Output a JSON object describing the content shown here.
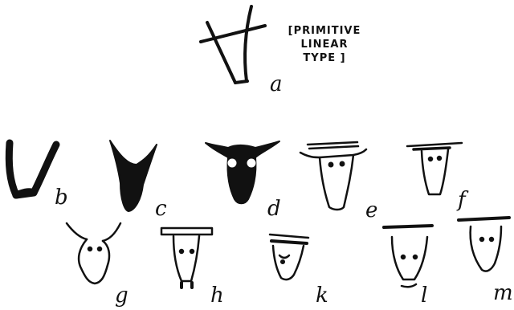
{
  "caption": {
    "line1": "[PRIMITIVE",
    "line2": "LINEAR",
    "line3": "TYPE ]"
  },
  "signs": [
    {
      "letter": "a",
      "icon": "primitive-linear-ox-head-icon"
    },
    {
      "letter": "b",
      "icon": "filled-outline-ox-head-icon"
    },
    {
      "letter": "c",
      "icon": "solid-black-ox-head-icon"
    },
    {
      "letter": "d",
      "icon": "solid-black-ox-head-with-eyes-icon"
    },
    {
      "letter": "e",
      "icon": "outline-ox-head-with-crossbar-icon"
    },
    {
      "letter": "f",
      "icon": "outline-ox-head-with-crossbar-icon"
    },
    {
      "letter": "g",
      "icon": "outline-ox-head-with-curved-horns-icon"
    },
    {
      "letter": "h",
      "icon": "outline-ox-head-with-bar-icon"
    },
    {
      "letter": "k",
      "icon": "outline-ox-head-with-bar-icon"
    },
    {
      "letter": "l",
      "icon": "outline-ox-head-with-bar-icon"
    },
    {
      "letter": "m",
      "icon": "outline-ox-head-with-bar-icon"
    }
  ]
}
